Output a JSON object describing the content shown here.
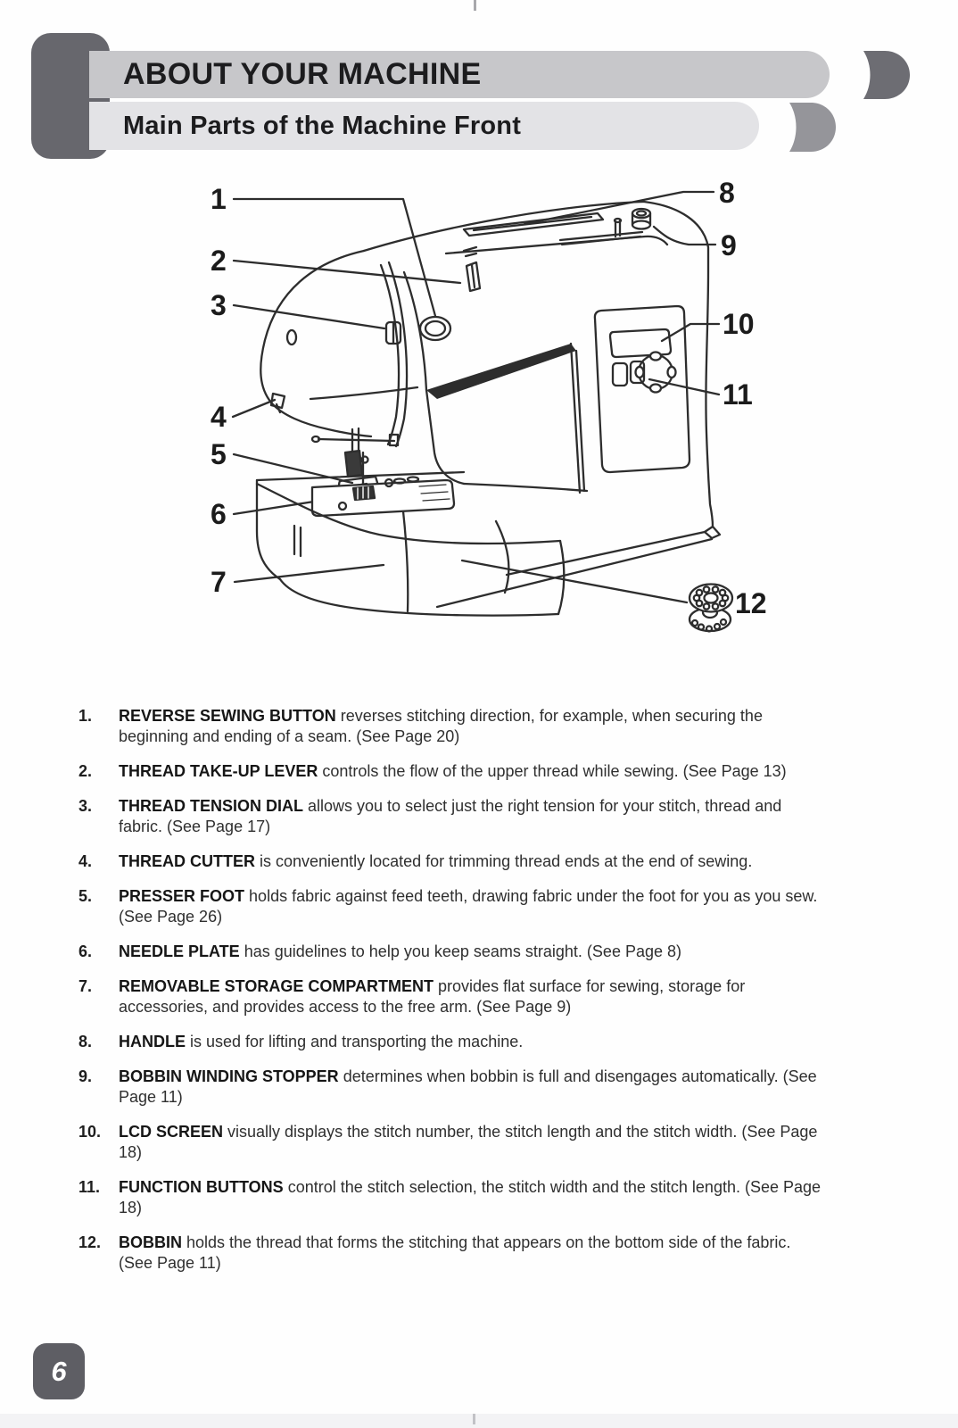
{
  "header": {
    "title": "ABOUT YOUR MACHINE",
    "subtitle": "Main Parts of the Machine Front"
  },
  "diagram": {
    "description": "line drawing of sewing machine front with numbered callouts",
    "callouts": [
      "1",
      "2",
      "3",
      "4",
      "5",
      "6",
      "7",
      "8",
      "9",
      "10",
      "11",
      "12"
    ]
  },
  "parts": [
    {
      "num": "1.",
      "name": "REVERSE SEWING BUTTON",
      "desc": "reverses stitching direction, for example, when securing the beginning and ending of a seam. (See Page 20)"
    },
    {
      "num": "2.",
      "name": "THREAD TAKE-UP LEVER",
      "desc": "controls the flow of the upper thread while sewing. (See Page 13)"
    },
    {
      "num": "3.",
      "name": "THREAD TENSION DIAL",
      "desc": "allows you to select just the right tension for your stitch, thread and fabric. (See Page 17)"
    },
    {
      "num": "4.",
      "name": "THREAD CUTTER",
      "desc": "is conveniently located for trimming thread ends at the end of sewing."
    },
    {
      "num": "5.",
      "name": "PRESSER FOOT",
      "desc": "holds fabric against feed teeth, drawing fabric under the foot for you as you sew. (See Page 26)"
    },
    {
      "num": "6.",
      "name": "NEEDLE PLATE",
      "desc": "has guidelines to help you keep seams straight. (See Page 8)"
    },
    {
      "num": "7.",
      "name": "REMOVABLE STORAGE COMPARTMENT",
      "desc": "provides flat surface for sewing, storage for accessories, and provides access to the free arm. (See Page 9)"
    },
    {
      "num": "8.",
      "name": "HANDLE",
      "desc": "is used for lifting and transporting the machine."
    },
    {
      "num": "9.",
      "name": "BOBBIN WINDING STOPPER",
      "desc": "determines when bobbin is full and disengages automatically. (See Page 11)"
    },
    {
      "num": "10.",
      "name": "LCD SCREEN",
      "desc": "visually displays the stitch number, the stitch length and the stitch width. (See Page 18)"
    },
    {
      "num": "11.",
      "name": "FUNCTION BUTTONS",
      "desc": "control the stitch selection, the stitch width and the stitch length. (See Page 18)"
    },
    {
      "num": "12.",
      "name": "BOBBIN",
      "desc": "holds the thread that forms the stitching that appears on the bottom side of the fabric. (See Page 11)"
    }
  ],
  "footer": {
    "page_number": "6"
  },
  "colors": {
    "banner_primary": "#c7c7ca",
    "banner_secondary": "#e3e3e6",
    "side_tab": "#67676d",
    "swoosh_dark": "#6d6d73",
    "swoosh_gray": "#95959a",
    "line_art": "#2d2d2d",
    "badge": "#5e5e64"
  }
}
